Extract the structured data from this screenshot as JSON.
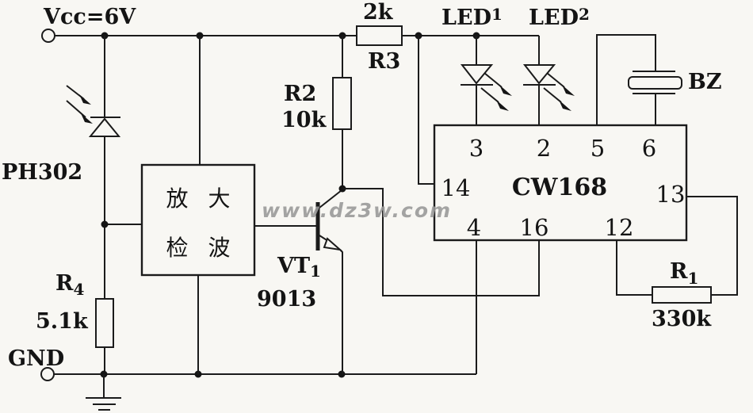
{
  "power": {
    "vcc_label": "Vcc=6V",
    "gnd_label": "GND"
  },
  "components": {
    "photodiode": {
      "label": "PH302"
    },
    "amp_box": {
      "line1": "放 大",
      "line2": "检 波"
    },
    "r2": {
      "name": "R2",
      "value": "10k"
    },
    "r3": {
      "name": "R3",
      "value": "2k"
    },
    "r4": {
      "name": "R",
      "sub": "4",
      "value": "5.1k"
    },
    "r1": {
      "name": "R",
      "sub": "1",
      "value": "330k"
    },
    "transistor": {
      "name": "VT",
      "sub": "1",
      "model": "9013"
    },
    "led1": {
      "name": "LED",
      "sup": "1"
    },
    "led2": {
      "name": "LED",
      "sup": "2"
    },
    "buzzer": {
      "label": "BZ"
    },
    "ic": {
      "label": "CW168",
      "pin_3": "3",
      "pin_2": "2",
      "pin_5": "5",
      "pin_6": "6",
      "pin_14": "14",
      "pin_13": "13",
      "pin_4": "4",
      "pin_16": "16",
      "pin_12": "12"
    }
  },
  "watermark": "www.dz3w.com"
}
